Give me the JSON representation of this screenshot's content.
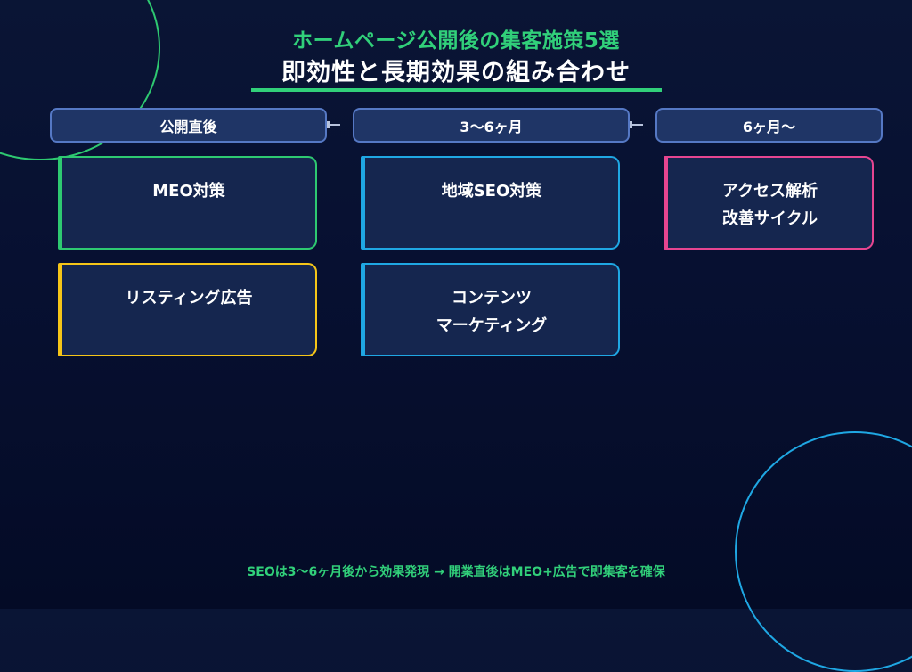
{
  "header": {
    "title_line1": "ホームページ公開後の集客施策5選",
    "title_line2": "即効性と長期効果の組み合わせ"
  },
  "phases": [
    {
      "label": "公開直後"
    },
    {
      "label": "3〜6ヶ月"
    },
    {
      "label": "6ヶ月〜"
    }
  ],
  "cards": {
    "meo": {
      "lines": [
        "MEO対策"
      ],
      "accent": "#2ec971"
    },
    "listing": {
      "lines": [
        "リスティング広告"
      ],
      "accent": "#f5c518"
    },
    "local_seo": {
      "lines": [
        "地域SEO対策"
      ],
      "accent": "#1fa7e3"
    },
    "content_marketing": {
      "lines": [
        "コンテンツ",
        "マーケティング"
      ],
      "accent": "#1fa7e3"
    },
    "access_analysis": {
      "lines": [
        "アクセス解析",
        "改善サイクル"
      ],
      "accent": "#e64590"
    }
  },
  "footer": {
    "note": "SEOは3〜6ヶ月後から効果発現 → 開業直後はMEO+広告で即集客を確保"
  },
  "colors": {
    "background": "#071031",
    "title_accent": "#31d07a",
    "header_fill": "#1f3566",
    "header_border": "#5578c4",
    "card_fill": "#15264f"
  }
}
